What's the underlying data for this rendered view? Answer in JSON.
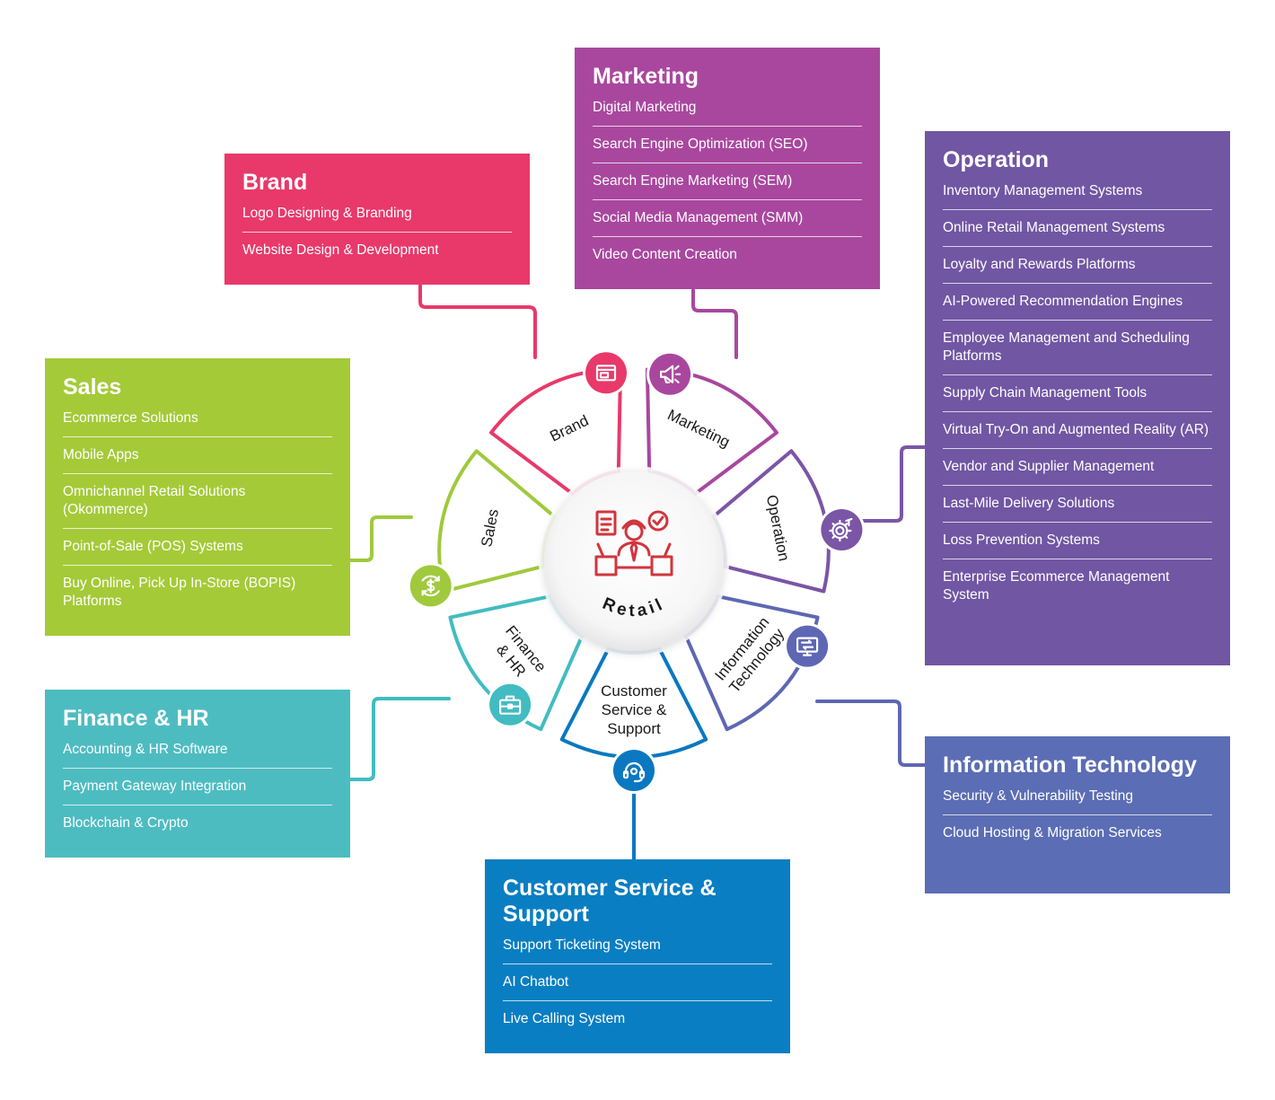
{
  "center": {
    "label": "Retail"
  },
  "sectors": [
    {
      "id": "brand",
      "label_lines": [
        "Brand"
      ],
      "color": "#e8396a",
      "icon": "browser-window-icon"
    },
    {
      "id": "marketing",
      "label_lines": [
        "Marketing"
      ],
      "color": "#a9479e",
      "icon": "megaphone-icon"
    },
    {
      "id": "operation",
      "label_lines": [
        "Operation"
      ],
      "color": "#7b55a6",
      "icon": "gear-cog-icon"
    },
    {
      "id": "it",
      "label_lines": [
        "Information",
        "Technology"
      ],
      "color": "#5e67b3",
      "icon": "monitor-icon"
    },
    {
      "id": "cs",
      "label_lines": [
        "Customer",
        "Service &",
        "Support"
      ],
      "color": "#0a78c0",
      "icon": "headset-icon"
    },
    {
      "id": "finance",
      "label_lines": [
        "Finance",
        "& HR"
      ],
      "color": "#42bcc1",
      "icon": "briefcase-icon"
    },
    {
      "id": "sales",
      "label_lines": [
        "Sales"
      ],
      "color": "#a0c93d",
      "icon": "dollar-cycle-icon"
    }
  ],
  "boxes": {
    "brand": {
      "title": "Brand",
      "color": "#e8396a",
      "items": [
        "Logo Designing & Branding",
        "Website Design & Development"
      ]
    },
    "marketing": {
      "title": "Marketing",
      "color": "#a9479e",
      "items": [
        "Digital Marketing",
        "Search Engine Optimization (SEO)",
        "Search Engine Marketing (SEM)",
        "Social Media Management (SMM)",
        "Video Content Creation"
      ]
    },
    "operation": {
      "title": "Operation",
      "color": "#7156a3",
      "items": [
        "Inventory Management Systems",
        "Online Retail Management Systems",
        "Loyalty and Rewards Platforms",
        "AI-Powered Recommendation Engines",
        "Employee Management and Scheduling Platforms",
        "Supply Chain Management Tools",
        "Virtual Try-On and Augmented Reality (AR)",
        "Vendor and Supplier Management",
        "Last-Mile Delivery Solutions",
        "Loss Prevention Systems",
        "Enterprise Ecommerce Management System"
      ]
    },
    "sales": {
      "title": "Sales",
      "color": "#a4ca38",
      "items": [
        "Ecommerce Solutions",
        "Mobile Apps",
        "Omnichannel Retail Solutions (Okommerce)",
        "Point-of-Sale (POS) Systems",
        "Buy Online, Pick Up In-Store (BOPIS) Platforms"
      ]
    },
    "finance": {
      "title": "Finance & HR",
      "color": "#4dbcc1",
      "items": [
        "Accounting & HR Software",
        "Payment Gateway Integration",
        "Blockchain & Crypto"
      ]
    },
    "cs": {
      "title": "Customer Service & Support",
      "color": "#0a7ec2",
      "items": [
        "Support Ticketing System",
        "AI Chatbot",
        "Live Calling System"
      ]
    },
    "it": {
      "title": "Information Technology",
      "color": "#5b6db4",
      "items": [
        "Security & Vulnerability Testing",
        "Cloud Hosting & Migration Services"
      ]
    }
  }
}
